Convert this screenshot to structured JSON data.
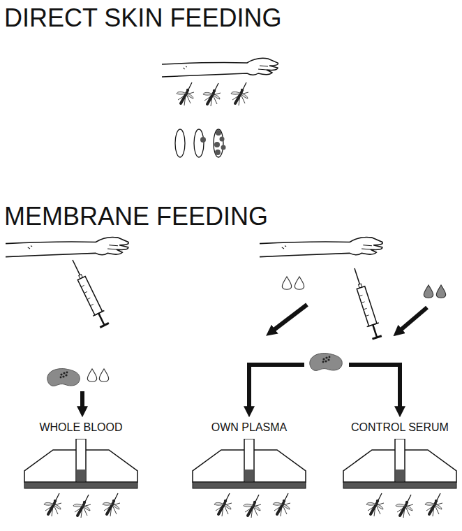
{
  "diagram": {
    "nodes": [
      {
        "text": [
          "WHOLE BLOOD"
        ]
      },
      {
        "text": [
          "OWN PLASMA"
        ]
      },
      {
        "text": [
          "CONTROL SERUM"
        ]
      }
    ],
    "labels": [
      "DIRECT SKIN FEEDING",
      "MEMBRANE FEEDING"
    ]
  }
}
